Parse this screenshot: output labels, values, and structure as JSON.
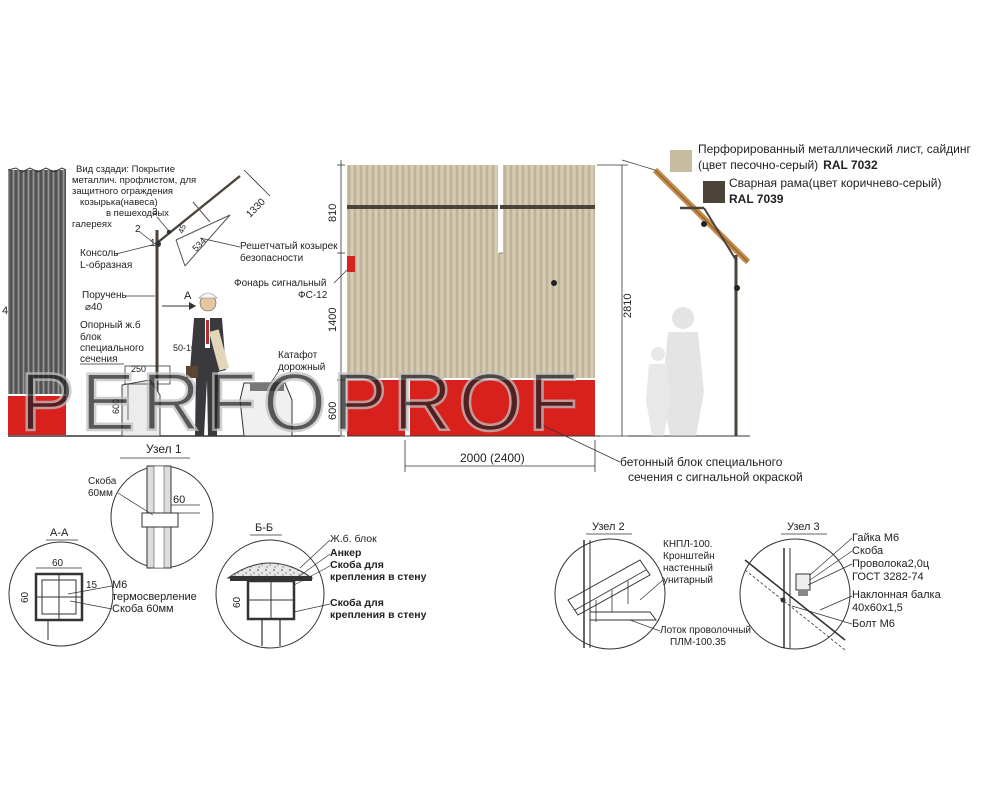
{
  "colors": {
    "sand": "#c8bca0",
    "sand_dark": "#a89c80",
    "brown": "#4b4238",
    "red": "#d8201c",
    "line": "#333333",
    "watermark": "#9a9a9a"
  },
  "watermark": "PERFOPROF",
  "legend": {
    "sheet_line1": "Перфорированный металлический лист, сайдинг",
    "sheet_line2": "(цвет  песочно-серый)",
    "sheet_ral": "RAL 7032",
    "frame_line1": "Сварная рама(цвет коричнево-серый)",
    "frame_ral": "RAL 7039"
  },
  "node1": {
    "rear_view": [
      "Вид сздади: Покрытие",
      "металлич. профлистом, для",
      "защитного ограждения",
      "козырька(навеса)",
      "в пешеходных",
      "галереях"
    ],
    "console": [
      "Консоль",
      "L-образная"
    ],
    "handrail": [
      "Поручень",
      "⌀40"
    ],
    "support_block": [
      "Опорный ж.б",
      "блок",
      "специального",
      "сечения"
    ],
    "canopy": [
      "Решетчатый козырек",
      "безопасности"
    ],
    "lamp": [
      "Фонарь сигнальный",
      "ФС-12"
    ],
    "reflector": [
      "Катафот",
      "дорожный"
    ],
    "dim_1330": "1330",
    "dim_534": "534",
    "dim_45": "45",
    "num_1": "1",
    "num_2": "2",
    "num_3": "3",
    "num_4": "4",
    "mark_a": "А",
    "dim_50_100": "50-100",
    "dim_250": "250",
    "dim_600": "600",
    "caption": "Узел 1"
  },
  "elevation": {
    "dim_810": "810",
    "dim_1400": "1400",
    "dim_600": "600",
    "dim_2810": "2810",
    "dim_width": "2000 (2400)",
    "block_note": [
      "бетонный блок специального",
      "сечения с сигнальной окраской"
    ]
  },
  "detail_bracket": {
    "label": [
      "Скоба",
      "60мм"
    ],
    "dim_60": "60"
  },
  "section_aa": {
    "title": "А-А",
    "dim_60_top": "60",
    "dim_60_side": "60",
    "dim_15": "15",
    "labels": [
      "М6",
      "термосверление",
      "Скоба 60мм"
    ]
  },
  "section_bb": {
    "title": "Б-Б",
    "dim_60": "60",
    "labels": [
      "Ж.б. блок",
      "Анкер",
      "Скоба для",
      "крепления в стену",
      "Скоба для",
      "крепления в стену"
    ]
  },
  "node2": {
    "title": "Узел 2",
    "bracket": [
      "КНПЛ-100.",
      "Кронштейн",
      "настенный",
      "унитарный"
    ],
    "tray": [
      "Лоток проволочный",
      "ПЛМ-100.35"
    ]
  },
  "node3": {
    "title": "Узел 3",
    "labels": [
      "Гайка М6",
      "Скоба",
      "Проволока2,0ц",
      "ГОСТ 3282-74",
      "Наклонная балка",
      "40х60х1,5",
      "Болт М6"
    ]
  }
}
